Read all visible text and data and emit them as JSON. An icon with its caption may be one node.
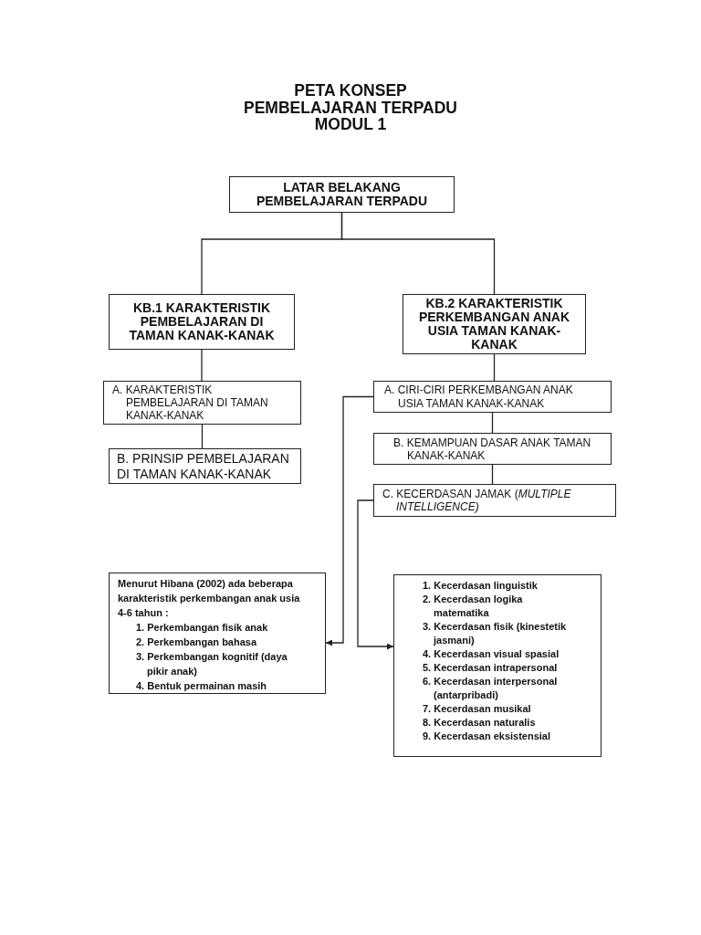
{
  "diagram": {
    "title": "PETA KONSEP PEMBELAJARAN TERPADU MODUL 1",
    "nodes": [
      {
        "text": [
          "LATAR BELAKANG PEMBELAJARAN TERPADU"
        ]
      },
      {
        "text": [
          "KB.1 KARAKTERISTIK PEMBELAJARAN DI TAMAN KANAK-KANAK"
        ]
      },
      {
        "text": [
          "KB.2 KARAKTERISTIK PERKEMBANGAN ANAK USIA TAMAN KANAK-KANAK"
        ]
      },
      {
        "text": [
          "A. KARAKTERISTIK PEMBELAJARAN DI TAMAN KANAK-KANAK"
        ]
      },
      {
        "text": [
          "B. PRINSIP PEMBELAJARAN DI TAMAN KANAK-KANAK"
        ]
      },
      {
        "text": [
          "A. CIRI-CIRI PERKEMBANGAN ANAK USIA TAMAN KANAK-KANAK"
        ]
      },
      {
        "text": [
          "B. KEMAMPUAN DASAR ANAK TAMAN KANAK-KANAK"
        ]
      },
      {
        "text": [
          "C. KECERDASAN JAMAK (*MULTIPLE INTELLIGENCE)*"
        ]
      },
      {
        "text": [
          "Menurut Hibana (2002) ada beberapa karakteristik perkembangan anak usia 4-6 tahun :",
          "1. Perkembangan fisik anak",
          "2. Perkembangan bahasa",
          "3. Perkembangan kognitif (daya pikir anak)",
          "4. Bentuk permainan masih"
        ]
      },
      {
        "text": [
          "1. Kecerdasan linguistik",
          "2. Kecerdasan logika matematika",
          "3. Kecerdasan fisik (kinestetik jasmani)",
          "4. Kecerdasan visual spasial",
          "5. Kecerdasan intrapersonal",
          "6. Kecerdasan interpersonal (antarpribadi)",
          "7. Kecerdasan musikal",
          "8. Kecerdasan naturalis",
          "9. Kecerdasan eksistensial"
        ]
      }
    ],
    "edges": [
      {
        "from": 0,
        "to": 1,
        "arrow": "none"
      },
      {
        "from": 0,
        "to": 2,
        "arrow": "none"
      },
      {
        "from": 1,
        "to": 3,
        "arrow": "none"
      },
      {
        "from": 3,
        "to": 4,
        "arrow": "none"
      },
      {
        "from": 2,
        "to": 5,
        "arrow": "none"
      },
      {
        "from": 5,
        "to": 6,
        "arrow": "none"
      },
      {
        "from": 6,
        "to": 7,
        "arrow": "none"
      },
      {
        "from": 5,
        "to": 8,
        "arrow": "to"
      },
      {
        "from": 7,
        "to": 9,
        "arrow": "to"
      }
    ]
  }
}
